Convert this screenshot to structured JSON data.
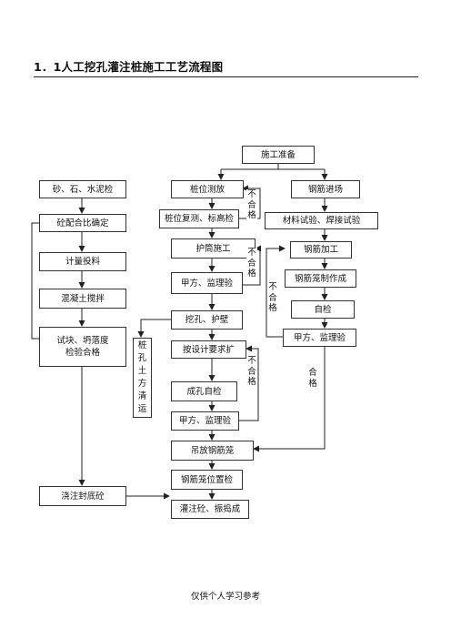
{
  "title": "1．1人工挖孔灌注桩施工工艺流程图",
  "footer": "仅供个人学习参考",
  "nodes": {
    "shigong_zhunbei": "施工准备",
    "sha_shi_shuiniu": "砂、石、水泥检",
    "peihebi": "砼配合比确定",
    "jiliang": "计量投料",
    "jiaoban": "混凝土搅拌",
    "shikuai": "试块、坍落度\n检验合格",
    "jiaozhu_fengdi": "浇注封底砼",
    "zhuwei_cefang": "桩位测放",
    "zhuwei_fuce": "桩位复测、标高检",
    "hutong": "护筒施工",
    "jiafang_1": "甲方、监理验",
    "wakong": "挖孔、护壁",
    "tufang": "桩孔土方清运",
    "kuoda": "按设计要求扩",
    "chengkong": "成孔自检",
    "jiafang_2": "甲方、监理验",
    "diaofang": "吊放钢筋笼",
    "gangjinlong_weizhi": "钢筋笼位置检",
    "guanzhu": "灌注砼、振捣成",
    "gangjin_jinchang": "钢筋进场",
    "cailiao_shiyan": "材料试验、焊接试验",
    "gangjin_jiagong": "钢筋加工",
    "gangjinlong_zhizuo": "钢筋笼制作成",
    "zijian": "自检",
    "jiafang_3": "甲方、监理验"
  },
  "labels": {
    "buhege_1": "不合格",
    "buhege_2": "不合格",
    "buhege_3": "不合格",
    "buhege_4": "不合格",
    "hege": "合格"
  }
}
